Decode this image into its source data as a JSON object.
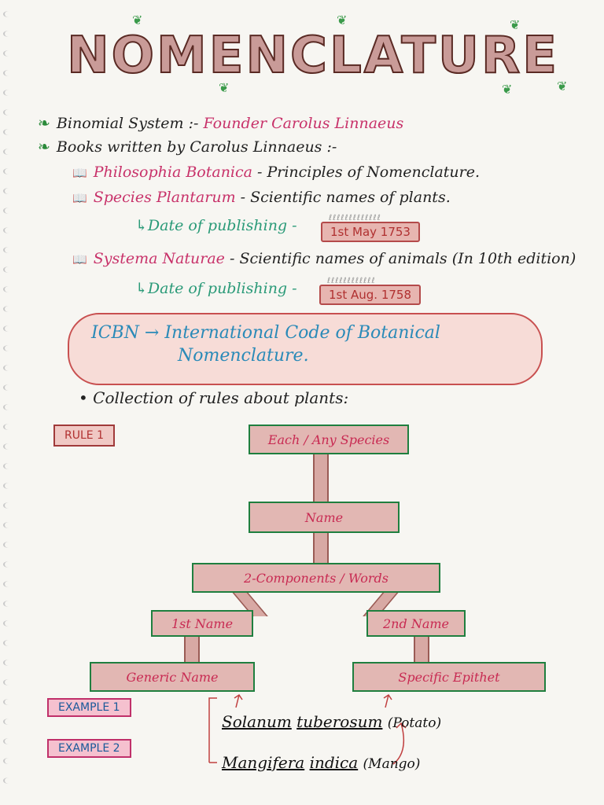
{
  "title": "NOMENCLATURE",
  "bullets": {
    "binomial_label": "Binomial System :-",
    "binomial_founder": "Founder Carolus Linnaeus",
    "books_label": "Books written by Carolus Linnaeus :-"
  },
  "books": [
    {
      "name": "Philosophia Botanica",
      "desc": "- Principles of Nomenclature."
    },
    {
      "name": "Species Plantarum",
      "desc": "- Scientific names of plants."
    },
    {
      "name": "Systema Naturae",
      "desc": "- Scientific names of animals (In 10th edition)"
    }
  ],
  "dates": [
    {
      "label": "↳Date of publishing -",
      "value": "1st May 1753"
    },
    {
      "label": "↳Date of publishing -",
      "value": "1st Aug. 1758"
    }
  ],
  "icbn": {
    "line1": "ICBN → International Code of Botanical",
    "line2": "Nomenclature."
  },
  "rules_intro": "• Collection of rules about plants:",
  "rule_tag": "RULE 1",
  "tree": {
    "species": "Each / Any Species",
    "name": "Name",
    "components": "2-Components / Words",
    "first": "1st Name",
    "second": "2nd Name",
    "generic": "Generic Name",
    "specific": "Specific Epithet"
  },
  "examples": [
    {
      "tag": "EXAMPLE 1",
      "genus": "Solanum",
      "species": "tuberosum",
      "common": "(Potato)"
    },
    {
      "tag": "EXAMPLE 2",
      "genus": "Mangifera",
      "species": "indica",
      "common": "(Mango)"
    }
  ],
  "colors": {
    "box_fill": "#e2b7b3",
    "box_border": "#1f7f3f",
    "accent_red": "#c8326a",
    "accent_green": "#2a9a78",
    "accent_blue": "#2a8ab8"
  }
}
